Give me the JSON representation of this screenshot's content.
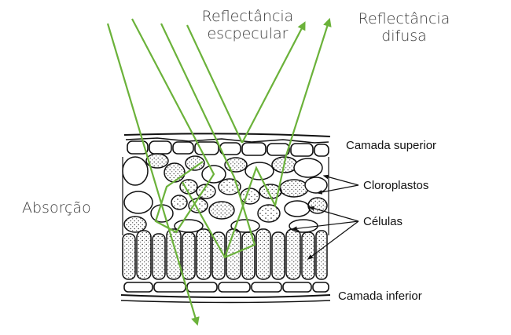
{
  "labels": {
    "specular_line1": "Reflectância",
    "specular_line2": "escpecular",
    "diffuse_line1": "Reflectância",
    "diffuse_line2": "difusa",
    "absorption": "Absorção",
    "upper_layer": "Camada superior",
    "chloroplasts": "Cloroplastos",
    "cells": "Células",
    "lower_layer": "Camada inferior"
  },
  "colors": {
    "ray": "#6bb23a",
    "ink": "#111111",
    "label": "#333333"
  }
}
